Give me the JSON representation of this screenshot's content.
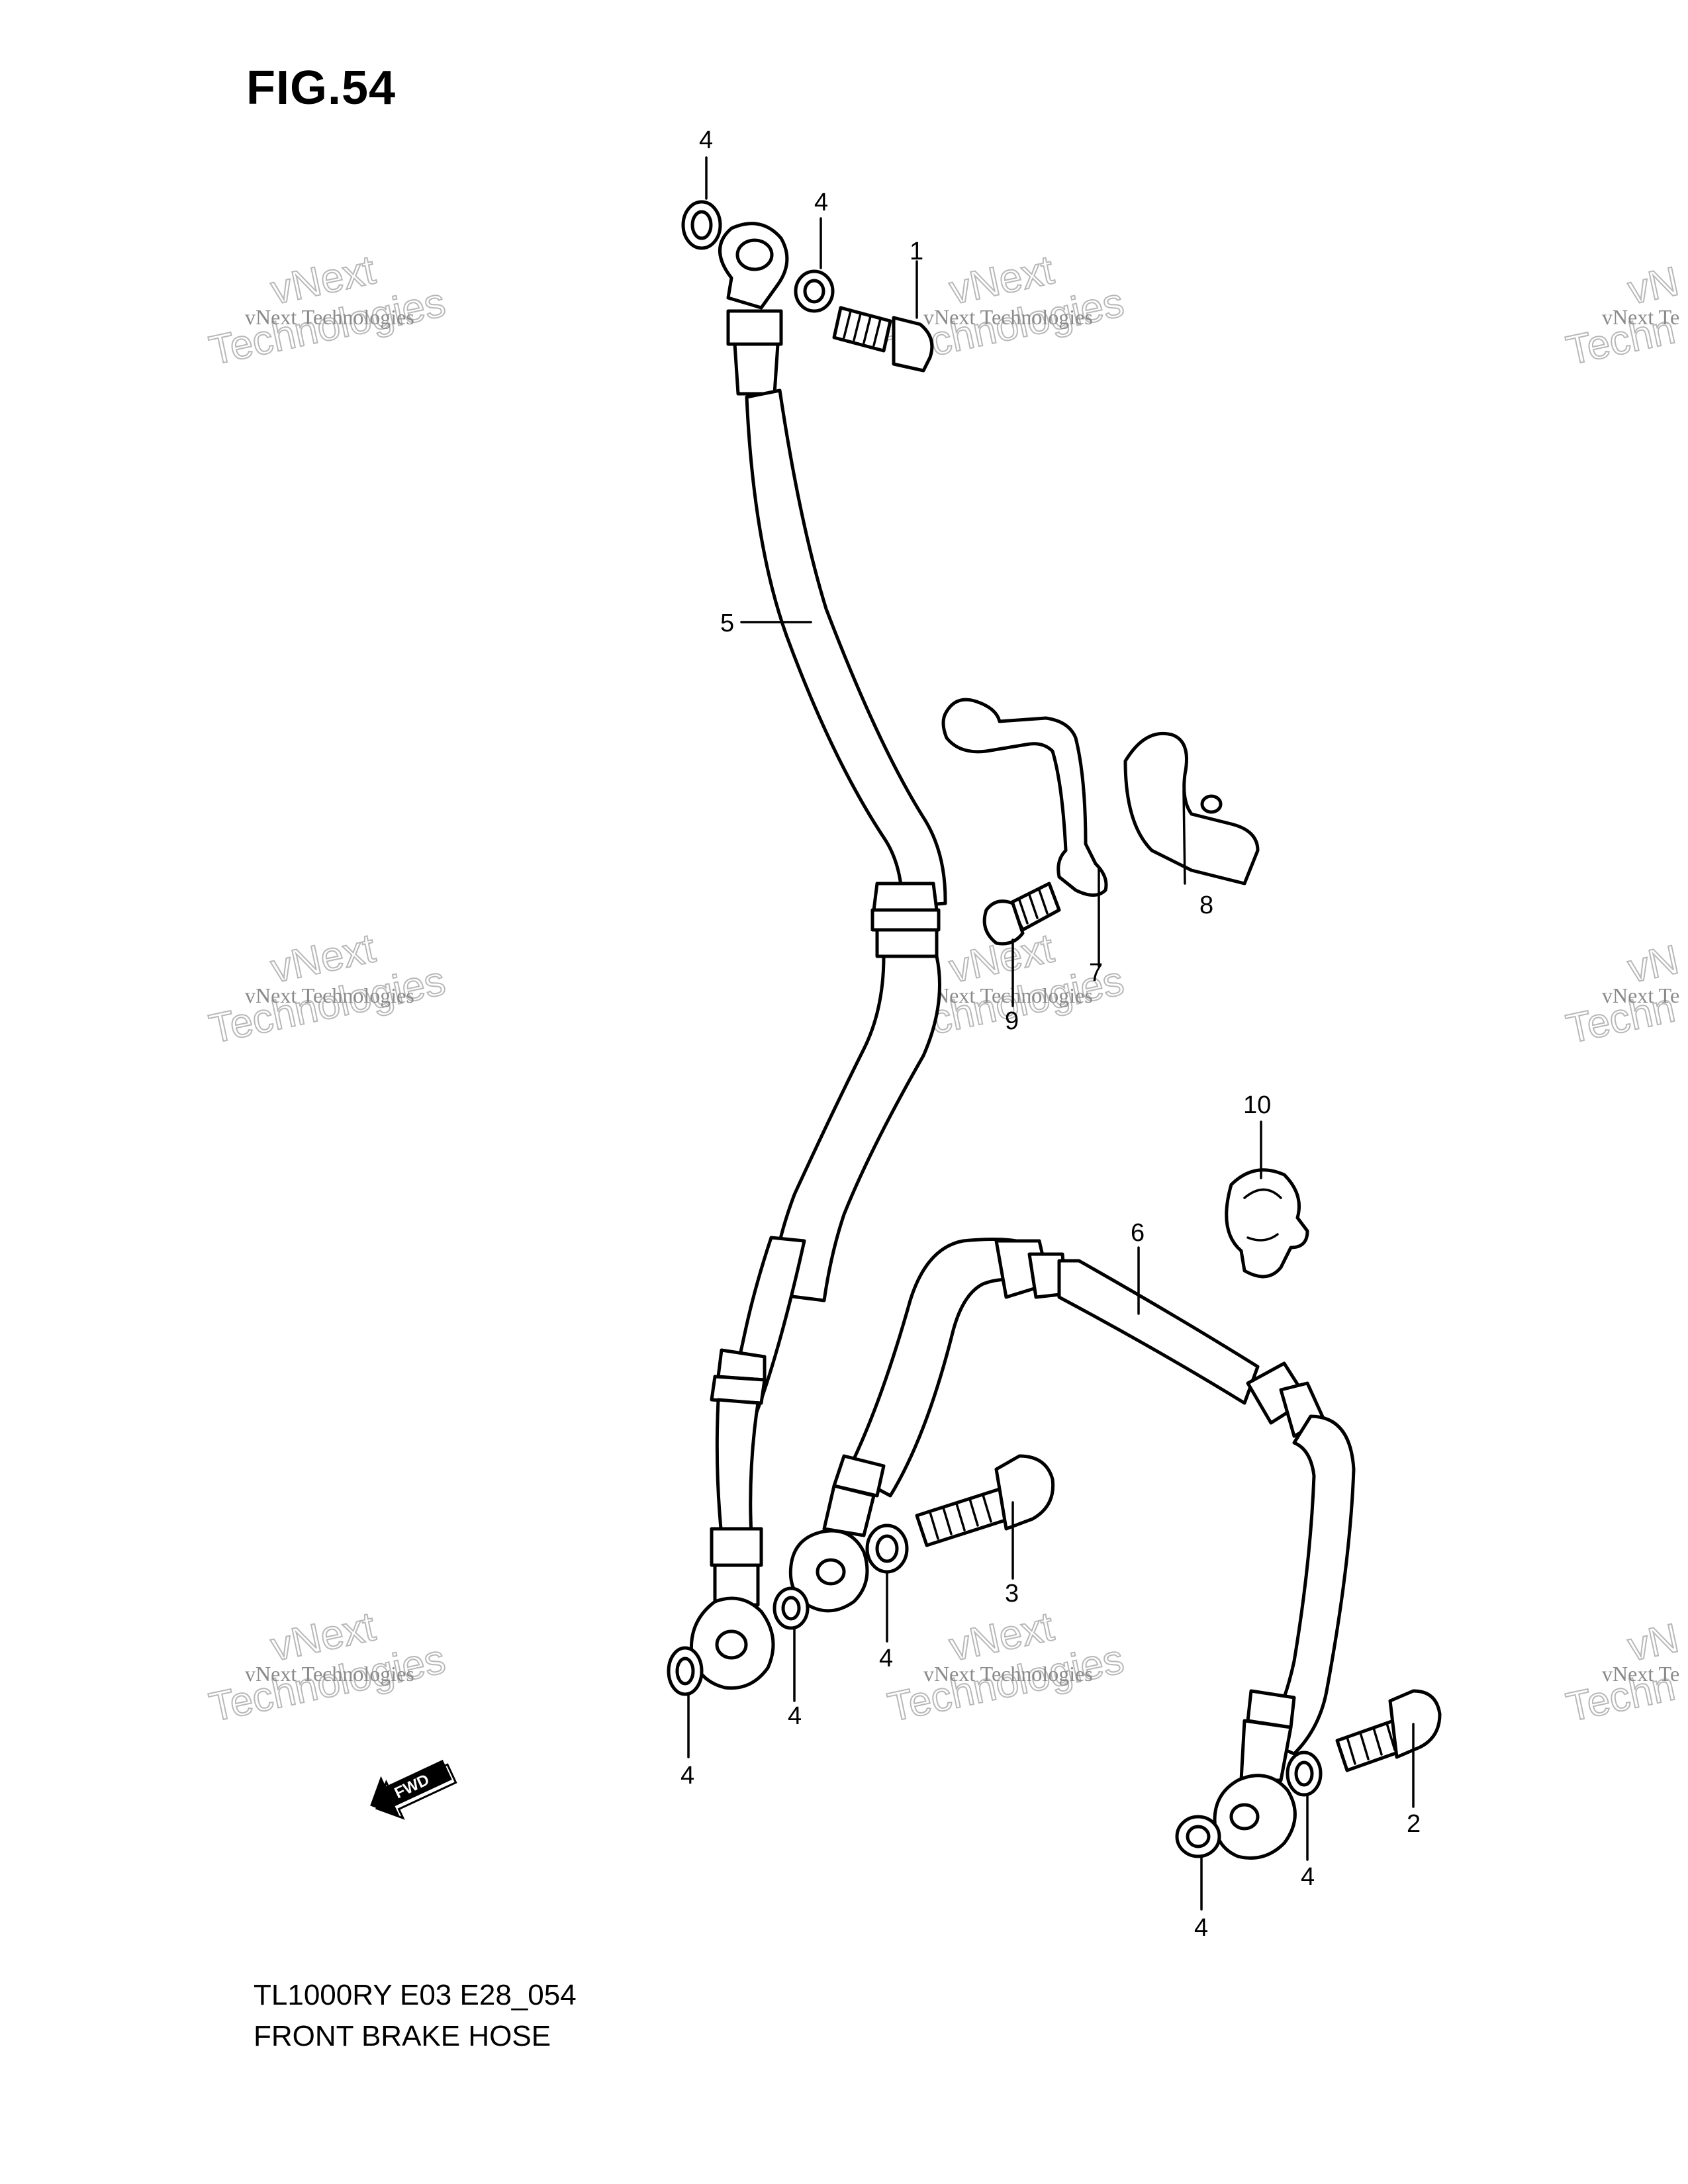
{
  "figure": {
    "title": "FIG.54",
    "model_code": "TL1000RY E03 E28_054",
    "part_name": "FRONT BRAKE HOSE"
  },
  "callouts": {
    "c1": "1",
    "c2": "2",
    "c3": "3",
    "c4": "4",
    "c5": "5",
    "c6": "6",
    "c7": "7",
    "c8": "8",
    "c9": "9",
    "c10": "10"
  },
  "watermark": {
    "small": "vNext Technologies",
    "big_line1": "vNext",
    "big_line2": "Technologies",
    "partial_small": "vNext Te",
    "partial_big1": "vN",
    "partial_big2": "Techn"
  },
  "fwd_arrow_label": "FWD"
}
